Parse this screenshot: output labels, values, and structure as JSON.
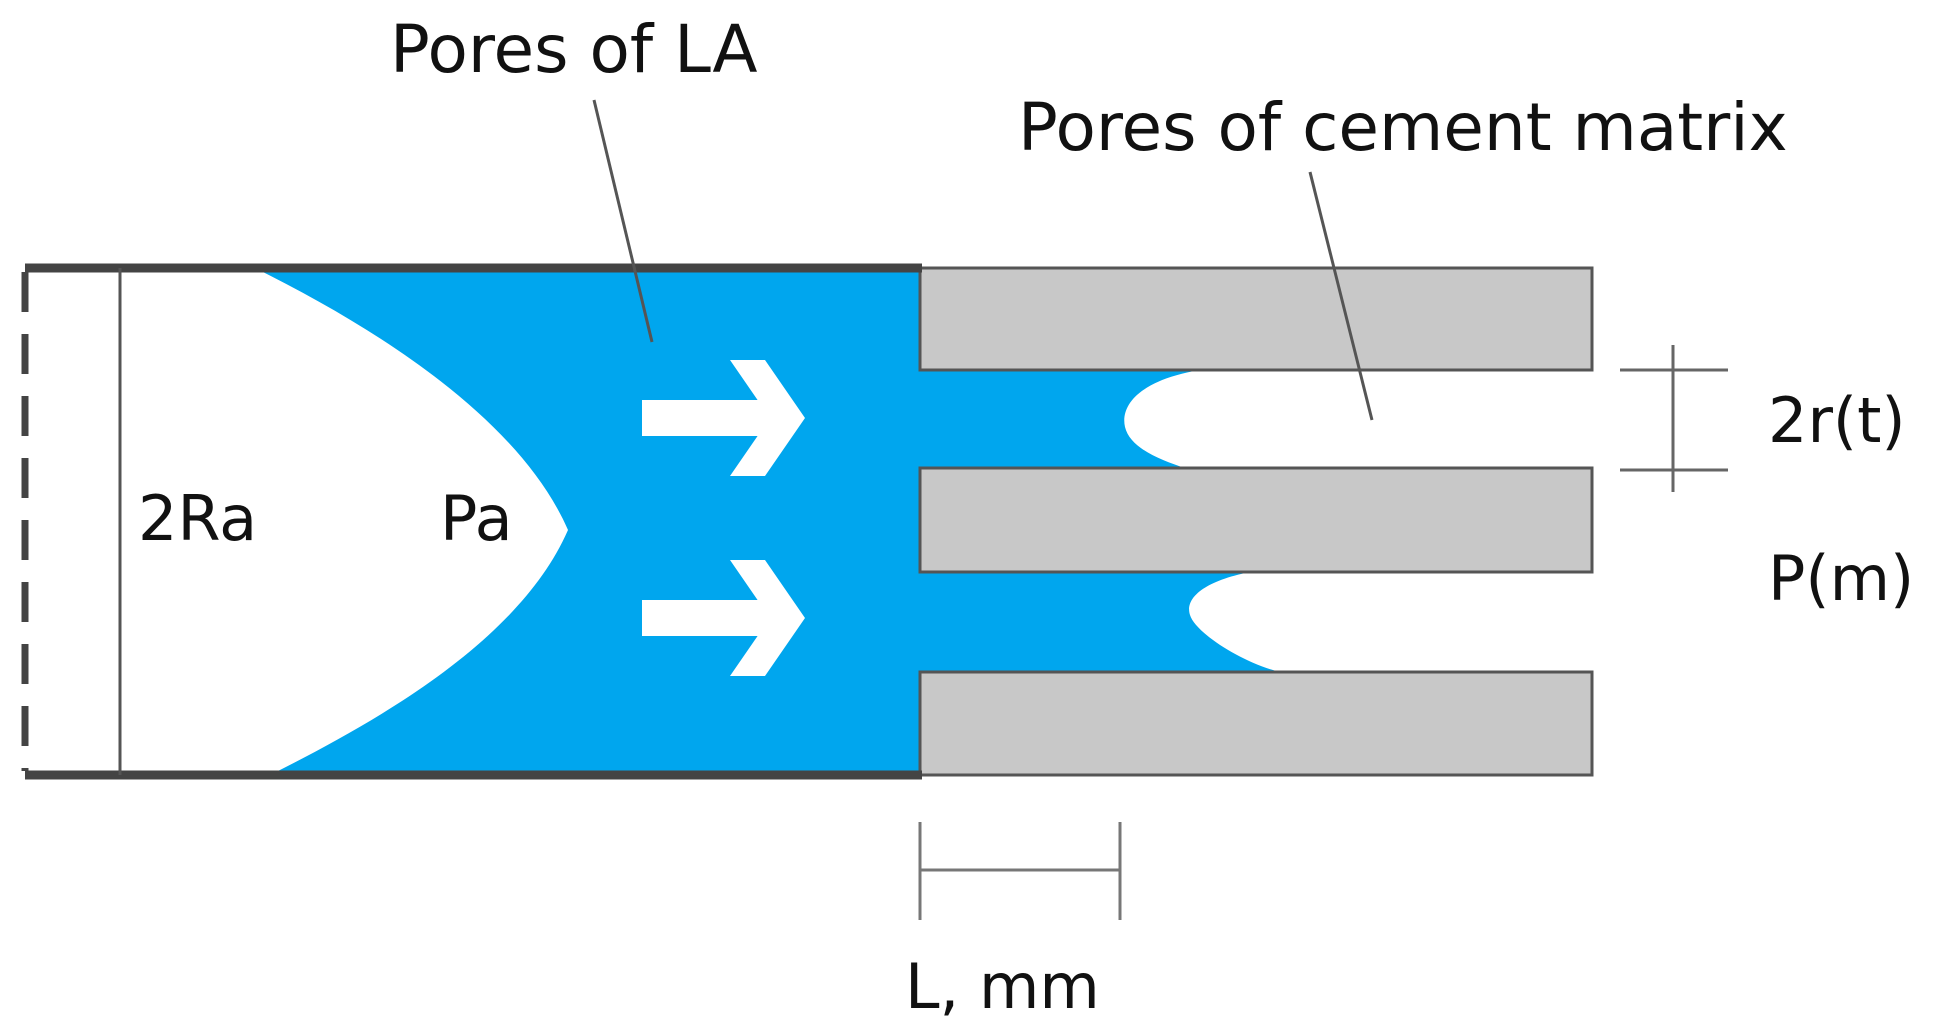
{
  "labels": {
    "pores_la": "Pores of LA",
    "pores_cement": "Pores of cement matrix",
    "two_ra": "2Ra",
    "pa": "Pa",
    "two_rt": "2r(t)",
    "pm": "P(m)",
    "l_mm": "L, mm"
  },
  "colors": {
    "water": "#00a6ee",
    "cement": "#c8c8c8",
    "outline": "#444444",
    "arrow": "#ffffff"
  }
}
